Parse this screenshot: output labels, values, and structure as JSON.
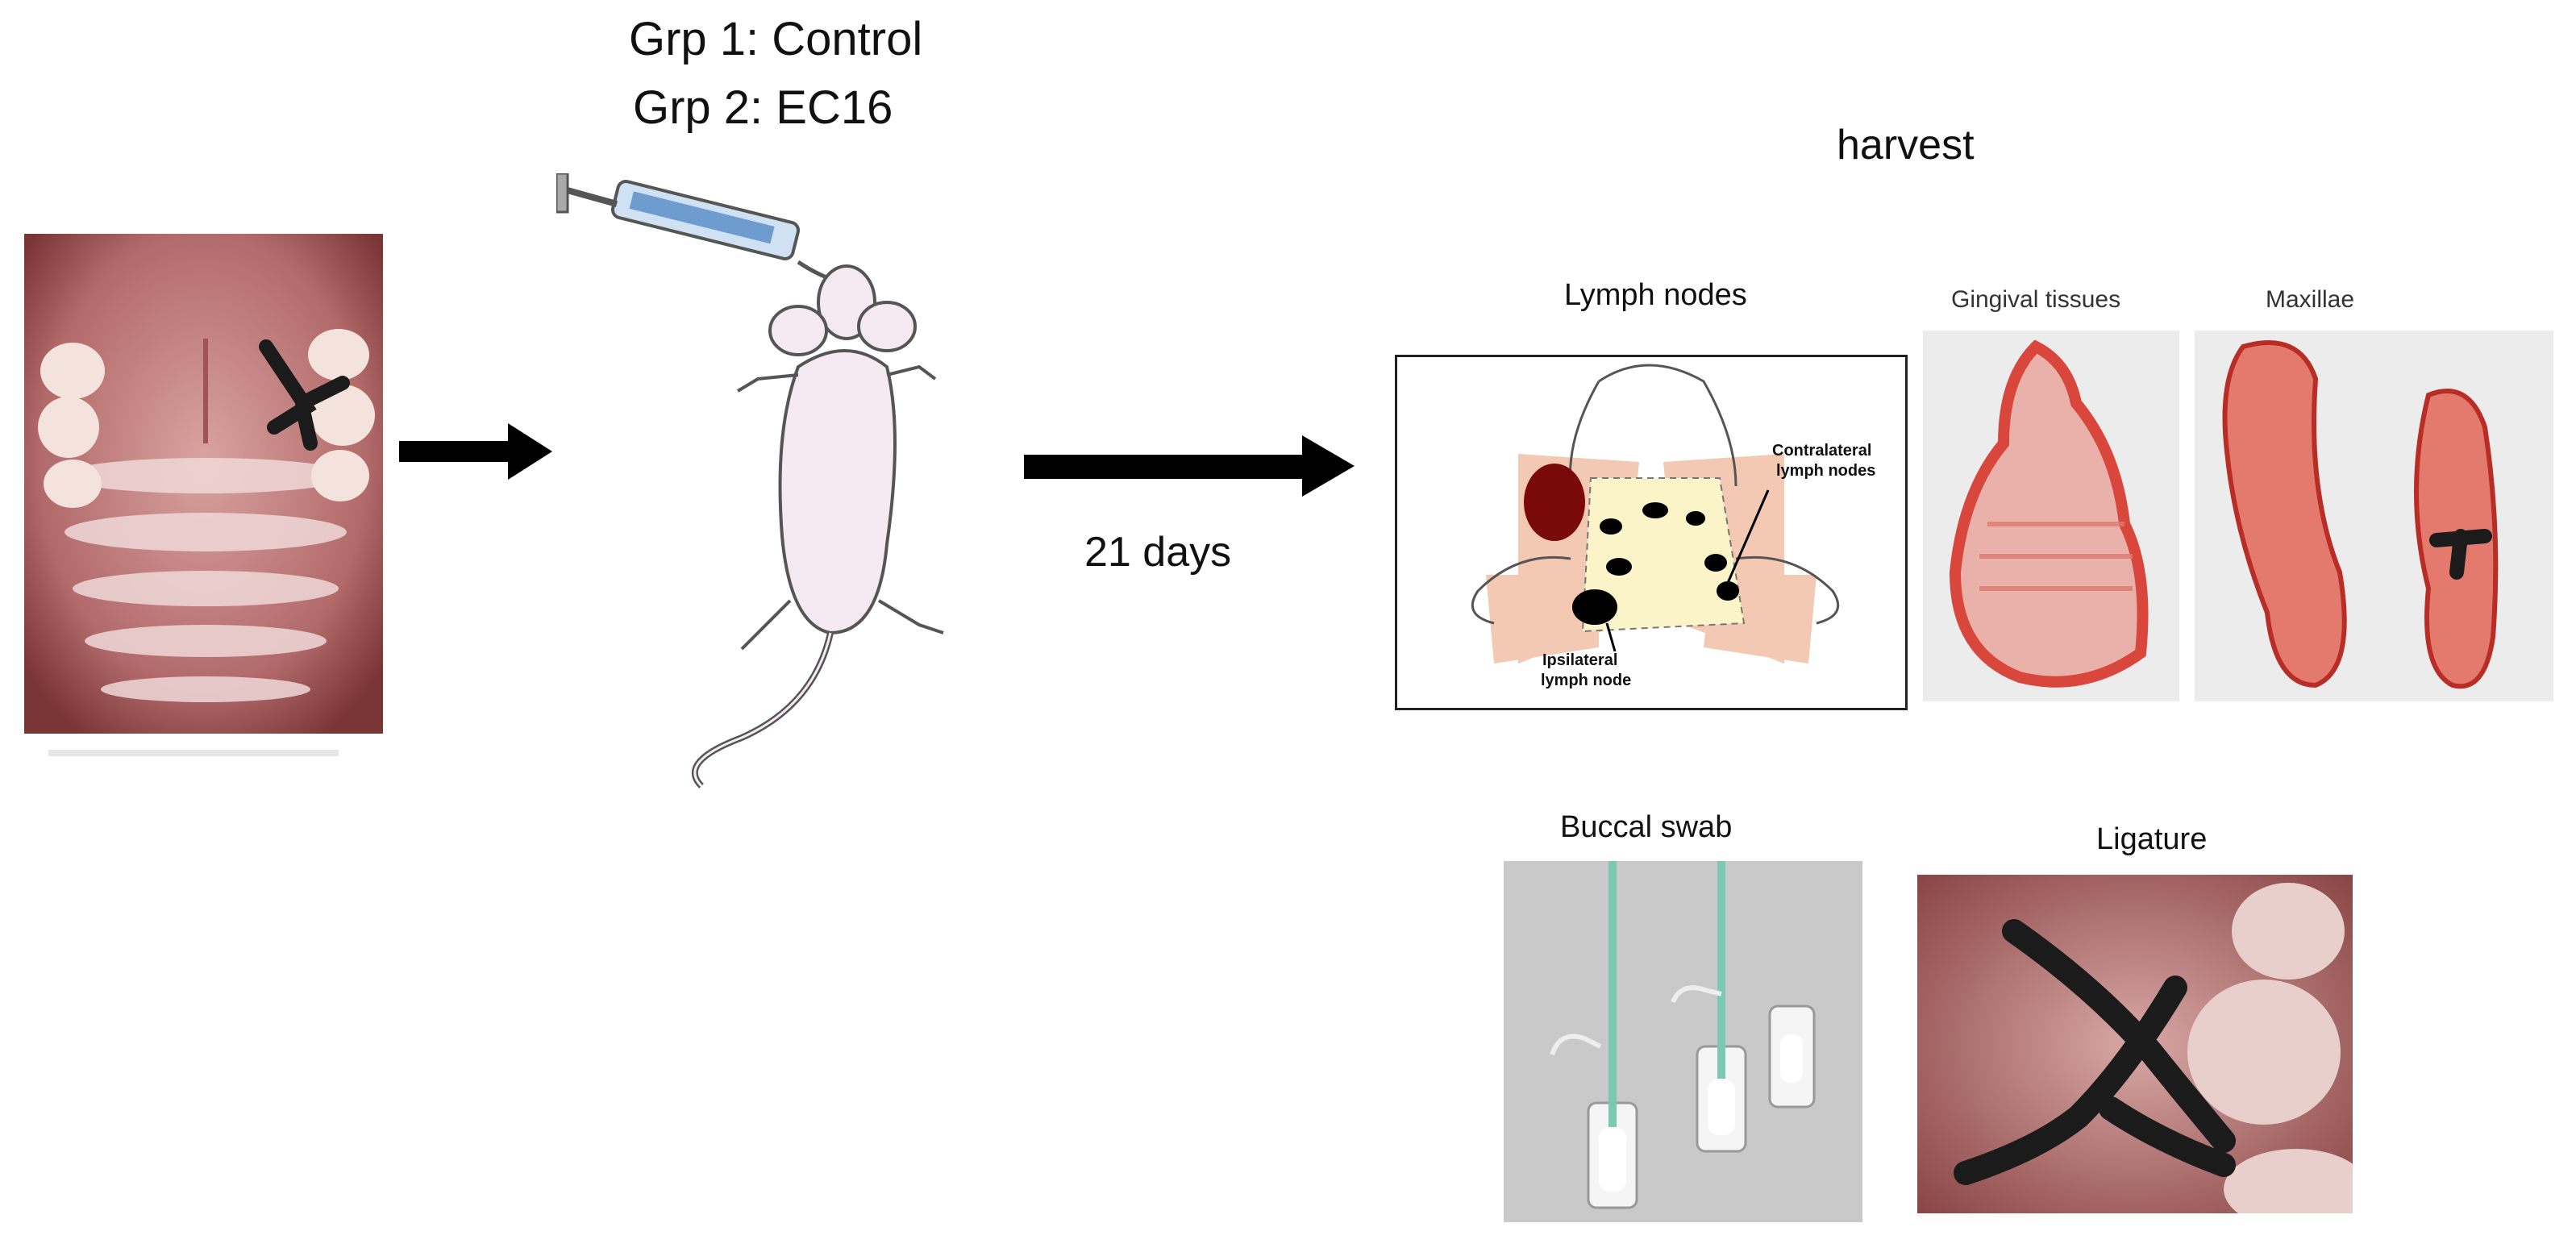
{
  "groups": {
    "line1": "Grp 1: Control",
    "line2": "Grp 2: EC16"
  },
  "timeline": {
    "days_label": "21 days"
  },
  "harvest": {
    "title": "harvest",
    "panels": {
      "lymph_nodes": "Lymph nodes",
      "gingival_tissues": "Gingival tissues",
      "maxillae": "Maxillae",
      "buccal_swab": "Buccal swab",
      "ligature": "Ligature"
    },
    "lymph_annotations": {
      "contralateral_line1": "Contralateral",
      "contralateral_line2": "lymph nodes",
      "ipsilateral_line1": "Ipsilateral",
      "ipsilateral_line2": "lymph node"
    }
  },
  "colors": {
    "arrow": "#000000",
    "gum_bg": "#c98a8a",
    "ligature": "#1b1b1b",
    "mouse_body": "#f6eaf2",
    "skin_flap": "#f3c9b4",
    "pad": "#fbf4c8",
    "tissue_red": "#d9463c",
    "swab_bg": "#c9c9c9",
    "swab_stem": "#7cc9b2"
  }
}
